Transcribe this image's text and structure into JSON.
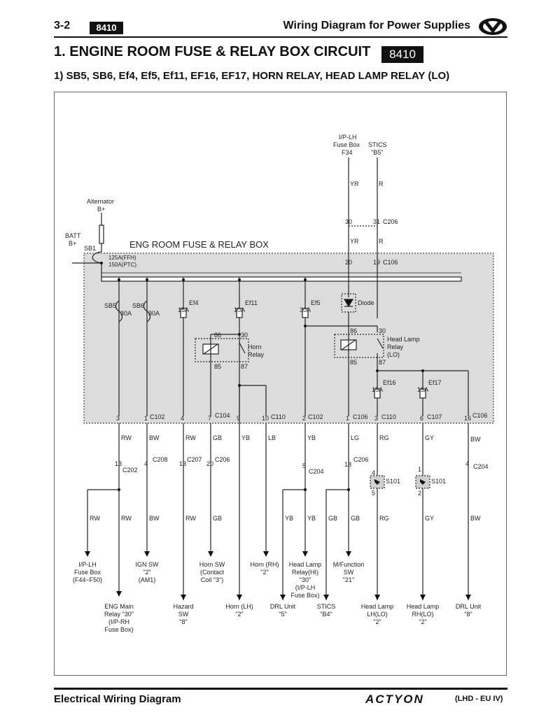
{
  "header": {
    "page": "3-2",
    "code": "8410",
    "section": "Wiring Diagram for Power Supplies"
  },
  "title": {
    "text": "1. ENGINE ROOM FUSE & RELAY BOX CIRCUIT",
    "code": "8410"
  },
  "subtitle": "1)  SB5, SB6, Ef4, Ef5, Ef11, EF16, EF17, HORN RELAY, HEAD LAMP RELAY (LO)",
  "footer": {
    "left": "Electrical Wiring Diagram",
    "brand": "ACTYON",
    "right": "(LHD - EU IV)"
  },
  "diagram": {
    "box_label": "ENG ROOM FUSE & RELAY BOX",
    "top_sources": [
      {
        "label": [
          "I/P-LH",
          "Fuse Box",
          "F34"
        ],
        "wire": "YR",
        "pin": "30",
        "wire2": "YR",
        "box_pin": "20"
      },
      {
        "label": [
          "STICS",
          "\"B5\""
        ],
        "wire": "R",
        "pin": "31",
        "wire2": "R",
        "box_pin": "19"
      }
    ],
    "top_connector": "C206",
    "box_connector_top": "C106",
    "alternator": [
      "Alternator",
      "B+"
    ],
    "batt": [
      "BATT",
      "B+"
    ],
    "sb1": {
      "name": "SB1",
      "ratings": [
        "125A(FFH)",
        "150A(PTC)"
      ]
    },
    "fuses": [
      {
        "name": "SB5",
        "rating": "30A"
      },
      {
        "name": "SB6",
        "rating": "30A"
      },
      {
        "name": "Ef4",
        "rating": "15A"
      },
      {
        "name": "Ef11",
        "rating": "10A"
      },
      {
        "name": "Ef5",
        "rating": "30A"
      },
      {
        "name": "Ef16",
        "rating": "15A"
      },
      {
        "name": "Ef17",
        "rating": "15A"
      }
    ],
    "diode": "Diode",
    "horn_relay": {
      "name": [
        "Horn",
        "Relay"
      ],
      "pins": [
        "86",
        "30",
        "85",
        "87"
      ]
    },
    "hl_relay": {
      "name": [
        "Head Lamp",
        "Relay",
        "(LO)"
      ],
      "pins": [
        "86",
        "30",
        "85",
        "87"
      ]
    },
    "bottom_pins": [
      {
        "pin": "3",
        "conn": ""
      },
      {
        "pin": "1",
        "conn": "C102"
      },
      {
        "pin": "4",
        "conn": ""
      },
      {
        "pin": "7",
        "conn": "C104"
      },
      {
        "pin": "9",
        "conn": ""
      },
      {
        "pin": "10",
        "conn": "C110"
      },
      {
        "pin": "2",
        "conn": "C102"
      },
      {
        "pin": "1",
        "conn": "C106"
      },
      {
        "pin": "3",
        "conn": "C110"
      },
      {
        "pin": "6",
        "conn": "C107"
      },
      {
        "pin": "16",
        "conn": "C106"
      }
    ],
    "wire_colors_1": [
      "RW",
      "BW",
      "RW",
      "GB",
      "YB",
      "LB",
      "YB",
      "LG",
      "RG",
      "GY",
      "BW"
    ],
    "mid_connectors": [
      {
        "pin": "13",
        "conn": "C202"
      },
      {
        "pin": "4",
        "conn": "C208"
      },
      {
        "pin": "13",
        "conn": "C207"
      },
      {
        "pin": "20",
        "conn": "C206"
      },
      {
        "pin": "5",
        "conn": "C204"
      },
      {
        "pin": "18",
        "conn": "C206"
      },
      {
        "pin": "4",
        "conn": "C204"
      }
    ],
    "splices": [
      {
        "name": "S101",
        "top": "4",
        "bottom": "5"
      },
      {
        "name": "S101",
        "top": "1",
        "bottom": "2"
      }
    ],
    "wire_colors_2": [
      "RW",
      "RW",
      "BW",
      "RW",
      "GB",
      "YB",
      "YB",
      "GB",
      "GB",
      "RG",
      "GY",
      "BW"
    ],
    "destinations_upper": [
      {
        "lines": [
          "I/P-LH",
          "Fuse Box",
          "(F44~F50)"
        ]
      },
      {
        "lines": [
          "IGN SW",
          "\"2\"",
          "(AM1)"
        ]
      },
      {
        "lines": [
          "Horn SW",
          "(Contact",
          "Coil \"3\")"
        ]
      },
      {
        "lines": [
          "Horn (RH)",
          "\"2\""
        ]
      },
      {
        "lines": [
          "Head Lamp",
          "Relay(HI)",
          "\"30\"",
          "(I/P-LH",
          "Fuse Box)"
        ]
      },
      {
        "lines": [
          "M/Function",
          "SW",
          "\"21\""
        ]
      }
    ],
    "destinations_lower": [
      {
        "lines": [
          "ENG Main",
          "Relay \"30\"",
          "(I/P-RH",
          "Fuse Box)"
        ]
      },
      {
        "lines": [
          "Hazard",
          "SW",
          "\"8\""
        ]
      },
      {
        "lines": [
          "Horn (LH)",
          "\"2\""
        ]
      },
      {
        "lines": [
          "DRL Unit",
          "\"5\""
        ]
      },
      {
        "lines": [
          "STICS",
          "\"B4\""
        ]
      },
      {
        "lines": [
          "Head Lamp",
          "LH(LO)",
          "\"2\""
        ]
      },
      {
        "lines": [
          "Head Lamp",
          "RH(LO)",
          "\"2\""
        ]
      },
      {
        "lines": [
          "DRL Unit",
          "\"8\""
        ]
      }
    ]
  }
}
